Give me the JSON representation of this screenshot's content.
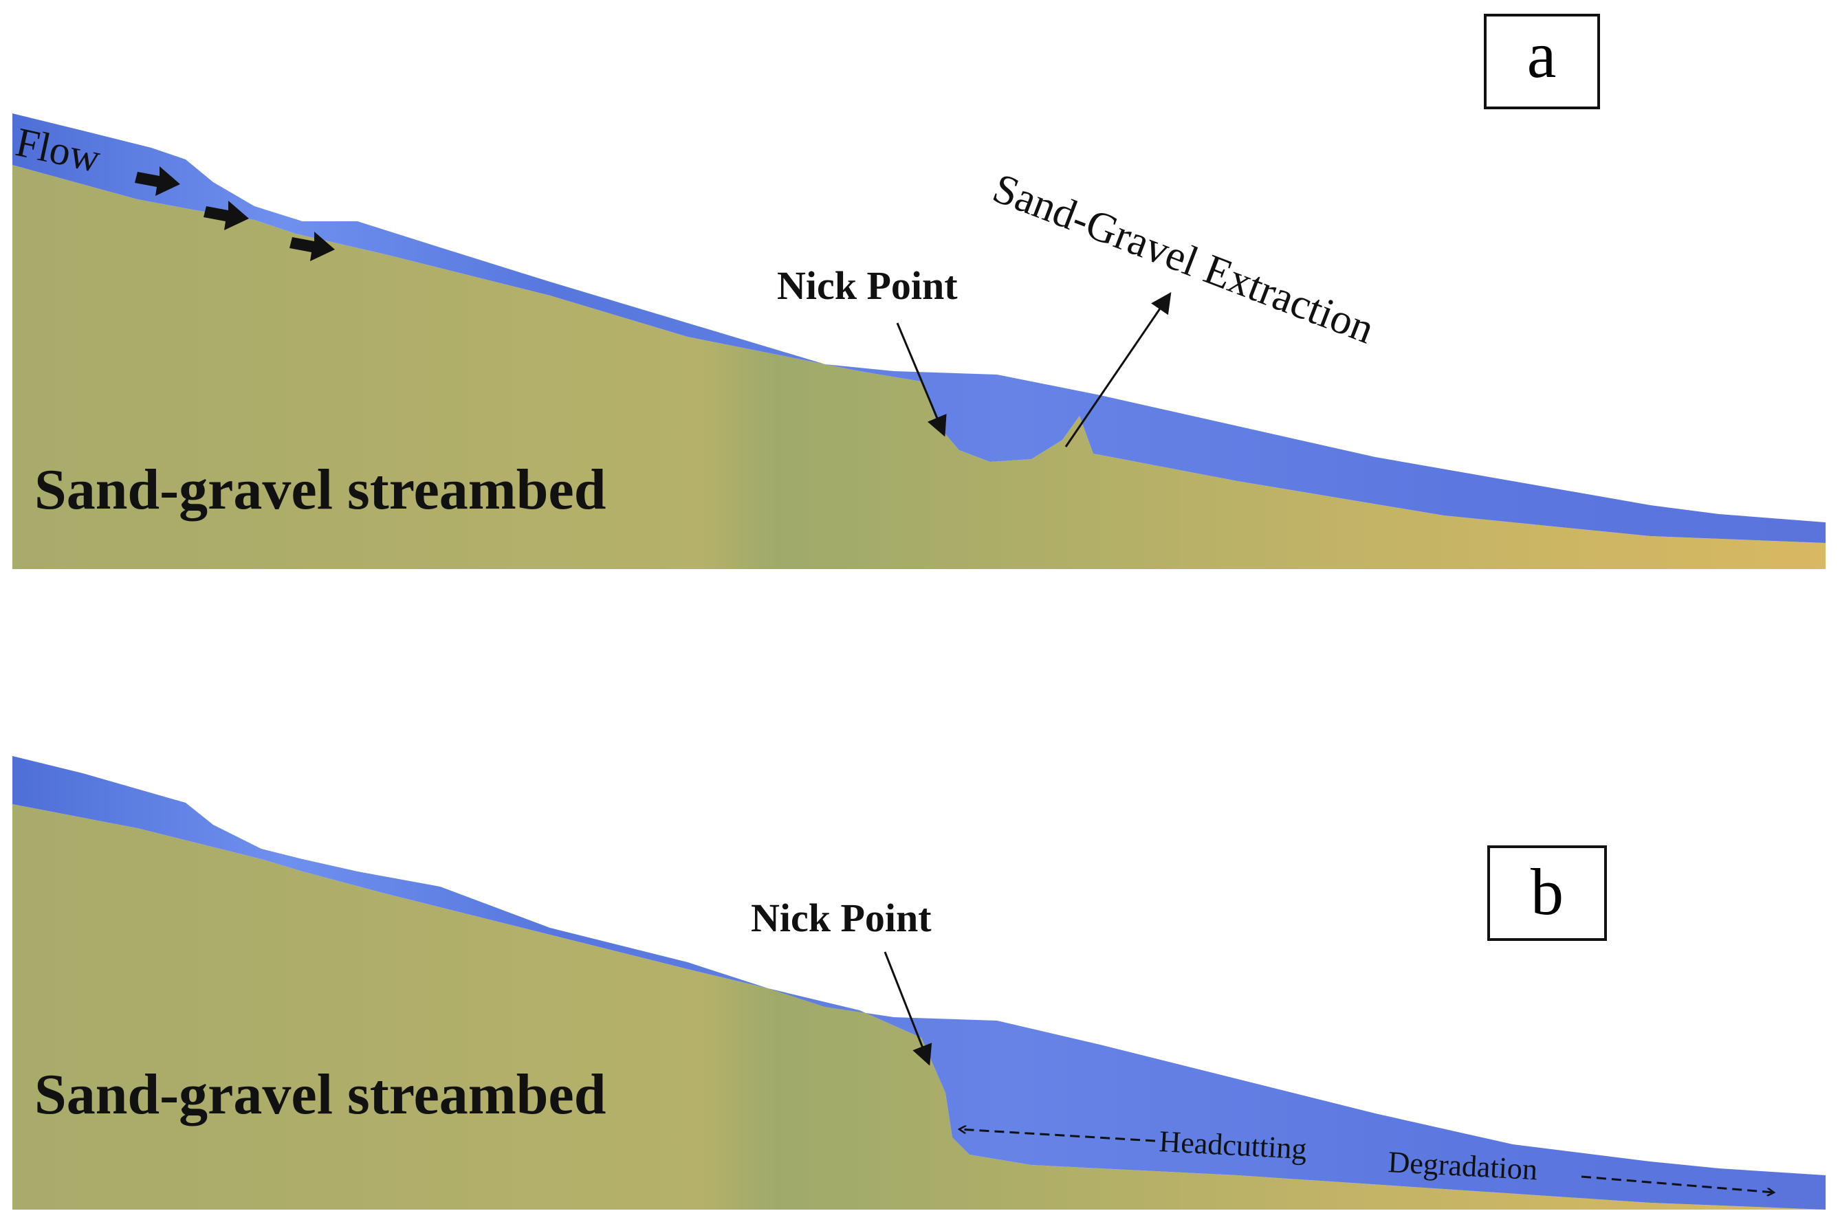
{
  "colors": {
    "water": "#5b78e0",
    "water_light": "#6f8cf0",
    "bed_green": "#a9ad6a",
    "bed_yellow": "#c9b766",
    "text": "#111111"
  },
  "panel_a": {
    "label": "a",
    "flow_label": "Flow",
    "bed_label": "Sand-gravel streambed",
    "nick_point_label": "Nick Point",
    "extraction_label": "Sand-Gravel Extraction"
  },
  "panel_b": {
    "label": "b",
    "bed_label": "Sand-gravel streambed",
    "nick_point_label": "Nick Point",
    "headcutting_label": "Headcutting",
    "degradation_label": "Degradation"
  }
}
